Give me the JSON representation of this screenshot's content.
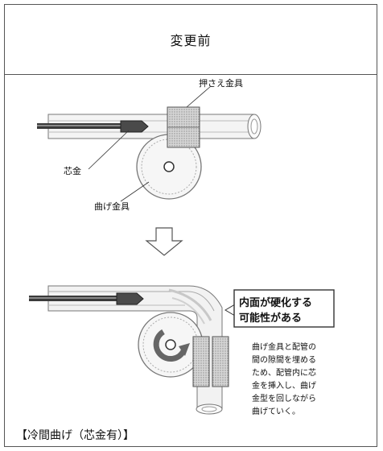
{
  "header": {
    "title": "変更前"
  },
  "labels": {
    "holder": "押さえ金具",
    "mandrel": "芯金",
    "bending_die": "曲げ金具",
    "callout_line1": "内面が硬化する",
    "callout_line2": "可能性がある",
    "note_lines": [
      "曲げ金具と配管の",
      "間の隙間を埋める",
      "ため、配管内に芯",
      "金を挿入し、曲げ",
      "金型を回しながら",
      "曲げていく。"
    ],
    "caption": "【冷間曲げ（芯金有）】"
  },
  "colors": {
    "frame": "#555555",
    "metal_gray": "#b4b4b4",
    "dark_rod": "#3a3a3a",
    "callout_border": "#333333"
  }
}
